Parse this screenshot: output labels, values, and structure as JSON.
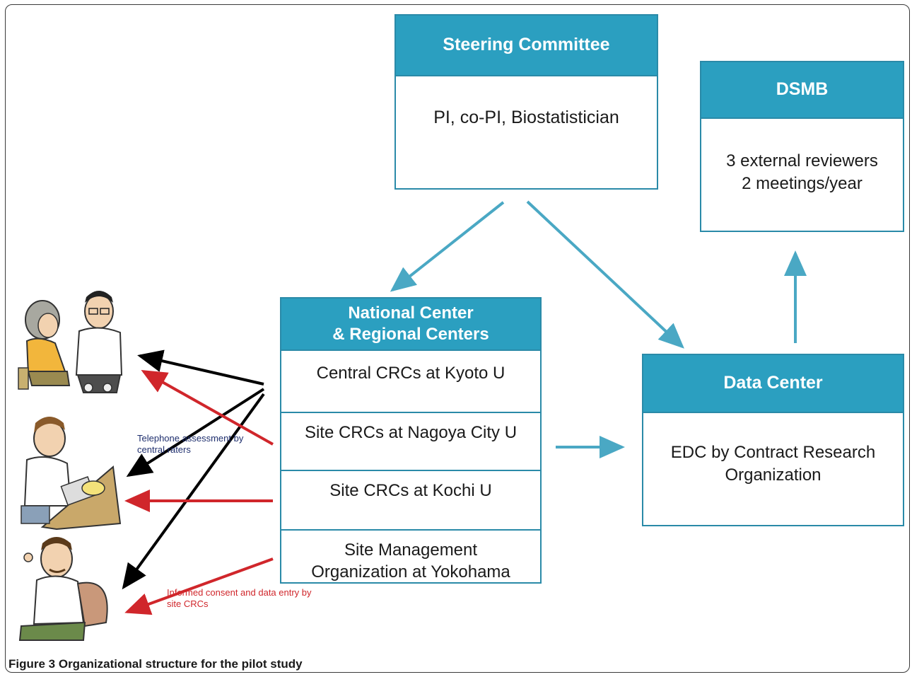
{
  "steering": {
    "title": "Steering Committee",
    "members": "PI, co-PI, Biostatistician"
  },
  "dsmb": {
    "title": "DSMB",
    "line1": "3 external reviewers",
    "line2": "2 meetings/year"
  },
  "centers": {
    "title_line1": "National Center",
    "title_line2": "& Regional Centers",
    "rows": [
      "Central CRCs at Kyoto U",
      "Site CRCs at Nagoya City U",
      "Site CRCs at Kochi U",
      "Site Management",
      "Organization at Yokohama"
    ]
  },
  "data_center": {
    "title": "Data Center",
    "line1": "EDC by Contract Research",
    "line2": "Organization"
  },
  "notes": {
    "telephone_line1": "Telephone assessment by",
    "telephone_line2": "central raters",
    "consent_line1": "Informed consent and data entry by",
    "consent_line2": "site CRCs"
  },
  "caption": "Figure 3 Organizational structure for the pilot study",
  "colors": {
    "header_fill": "#2b9fc0",
    "border": "#2a8aa8",
    "arrow_teal": "#4aa8c4",
    "arrow_black": "#000000",
    "arrow_red": "#d0262b",
    "note_blue": "#1f2f6e",
    "note_red": "#d0262b"
  }
}
